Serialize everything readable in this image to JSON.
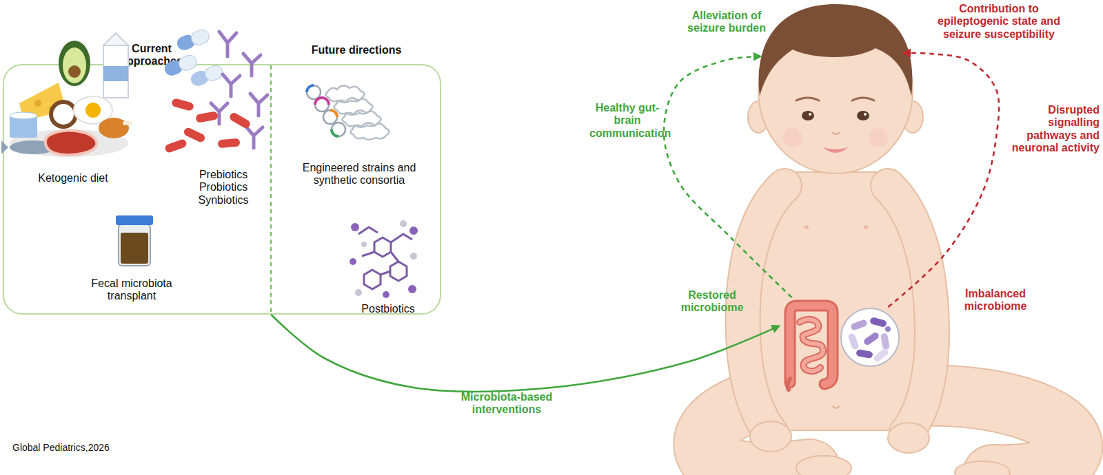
{
  "diagram": {
    "nodes": [
      {
        "text": [
          "Current approaches",
          "Ketogenic diet",
          "Prebiotics Probiotics Synbiotics",
          "Fecal microbiota transplant",
          "Future directions",
          "Engineered strains and synthetic consortia",
          "Postbiotics"
        ]
      },
      {
        "text": [
          "Alleviation of seizure burden"
        ]
      },
      {
        "text": [
          "Contribution to epileptogenic state and seizure susceptibility"
        ]
      },
      {
        "text": [
          "Restored microbiome"
        ]
      },
      {
        "text": [
          "Imbalanced microbiome"
        ]
      }
    ],
    "edges": [
      {
        "from": 0,
        "to": 3,
        "arrow": "to",
        "label": "Microbiota-based interventions"
      },
      {
        "from": 3,
        "to": 1,
        "arrow": "to",
        "label": "Healthy gut-brain communication"
      },
      {
        "from": 4,
        "to": 2,
        "arrow": "to",
        "label": "Disrupted signalling pathways and neuronal activity"
      }
    ],
    "labels": [
      "Global Pediatrics,2026"
    ]
  }
}
